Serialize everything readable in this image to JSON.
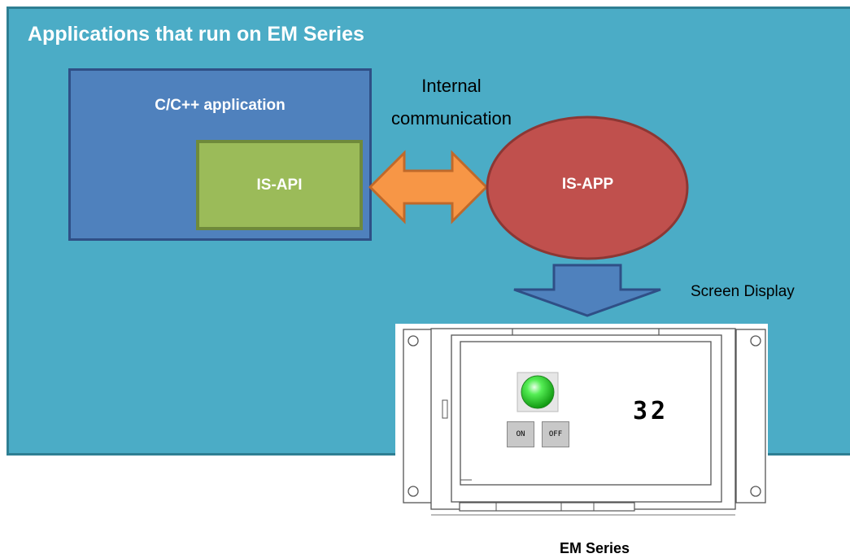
{
  "title": "Applications that run on EM Series",
  "cpp_app": {
    "label": "C/C++ application"
  },
  "is_api": {
    "label": "IS-API"
  },
  "communication": {
    "line1": "Internal",
    "line2": "communication"
  },
  "is_app": {
    "label": "IS-APP"
  },
  "screen_display": {
    "label": "Screen Display"
  },
  "device": {
    "caption": "EM Series",
    "display_value": "32",
    "on_label": "ON",
    "off_label": "OFF"
  },
  "colors": {
    "panel": "#4bacc6",
    "cpp_app_box": "#4f81bd",
    "is_api_box": "#9bbb59",
    "arrow": "#f79646",
    "is_app_ellipse": "#c0504d",
    "down_arrow": "#4f81bd",
    "led": "#33dd33"
  },
  "icons": {
    "double_arrow": "double-headed-arrow-icon",
    "down_arrow": "down-arrow-icon",
    "led": "green-led-icon"
  }
}
